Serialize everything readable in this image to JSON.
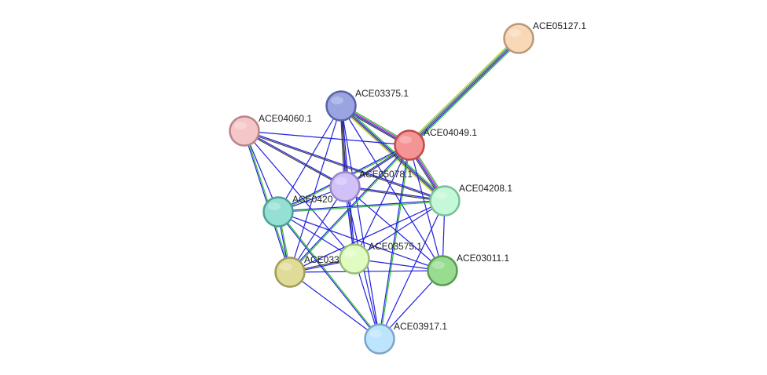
{
  "network": {
    "nodes": [
      {
        "id": "n1",
        "label": "ACE05127.1",
        "fill": "#f9d8b8",
        "stroke": "#b89878"
      },
      {
        "id": "n2",
        "label": "ACE03375.1",
        "fill": "#9aa4e0",
        "stroke": "#5864a8"
      },
      {
        "id": "n3",
        "label": "ACE04060.1",
        "fill": "#f5c6c8",
        "stroke": "#b88488"
      },
      {
        "id": "n4",
        "label": "ACE04049.1",
        "fill": "#f59494",
        "stroke": "#c24848"
      },
      {
        "id": "n5",
        "label": "ACE05078.1",
        "fill": "#d2c0f8",
        "stroke": "#9688c8"
      },
      {
        "id": "n6",
        "label": "ACE04208.1",
        "fill": "#c4f8d8",
        "stroke": "#78c098"
      },
      {
        "id": "n7",
        "label": "ACE0420",
        "fill": "#94e0d4",
        "stroke": "#50a094"
      },
      {
        "id": "n8",
        "label": "ACE03575.1",
        "fill": "#e0fcc0",
        "stroke": "#98c078"
      },
      {
        "id": "n9",
        "label": "ACE033",
        "fill": "#e0dc98",
        "stroke": "#a09c58"
      },
      {
        "id": "n10",
        "label": "ACE03011.1",
        "fill": "#98dc90",
        "stroke": "#589c50"
      },
      {
        "id": "n11",
        "label": "ACE03917.1",
        "fill": "#bce4fc",
        "stroke": "#7ca4c8"
      }
    ],
    "edges": [
      {
        "from": "n1",
        "to": "n4",
        "colors": [
          "#30c030",
          "#2020e0",
          "#404040",
          "#40a0a0",
          "#c0d030"
        ]
      },
      {
        "from": "n2",
        "to": "n4",
        "colors": [
          "#30c030",
          "#c030c0",
          "#2020e0",
          "#404040"
        ]
      },
      {
        "from": "n2",
        "to": "n6",
        "colors": [
          "#30c030",
          "#2020e0",
          "#404040",
          "#c0d030"
        ]
      },
      {
        "from": "n2",
        "to": "n5",
        "colors": [
          "#2020e0",
          "#404040"
        ]
      },
      {
        "from": "n2",
        "to": "n8",
        "colors": [
          "#2020e0",
          "#404040"
        ]
      },
      {
        "from": "n2",
        "to": "n7",
        "colors": [
          "#2020e0"
        ]
      },
      {
        "from": "n2",
        "to": "n9",
        "colors": [
          "#2020e0"
        ]
      },
      {
        "from": "n2",
        "to": "n10",
        "colors": [
          "#2020e0"
        ]
      },
      {
        "from": "n2",
        "to": "n11",
        "colors": [
          "#2020e0"
        ]
      },
      {
        "from": "n4",
        "to": "n6",
        "colors": [
          "#30c030",
          "#c030c0",
          "#2020e0",
          "#404040"
        ]
      },
      {
        "from": "n4",
        "to": "n5",
        "colors": [
          "#2020e0",
          "#404040"
        ]
      },
      {
        "from": "n4",
        "to": "n7",
        "colors": [
          "#30c030",
          "#2020e0"
        ]
      },
      {
        "from": "n4",
        "to": "n8",
        "colors": [
          "#2020e0"
        ]
      },
      {
        "from": "n4",
        "to": "n9",
        "colors": [
          "#30c030",
          "#2020e0"
        ]
      },
      {
        "from": "n4",
        "to": "n10",
        "colors": [
          "#2020e0"
        ]
      },
      {
        "from": "n4",
        "to": "n11",
        "colors": [
          "#30c030",
          "#2020e0"
        ]
      },
      {
        "from": "n3",
        "to": "n4",
        "colors": [
          "#2020e0"
        ]
      },
      {
        "from": "n3",
        "to": "n5",
        "colors": [
          "#2020e0",
          "#404040"
        ]
      },
      {
        "from": "n3",
        "to": "n6",
        "colors": [
          "#2020e0",
          "#404040"
        ]
      },
      {
        "from": "n3",
        "to": "n7",
        "colors": [
          "#2020e0"
        ]
      },
      {
        "from": "n3",
        "to": "n9",
        "colors": [
          "#30c030",
          "#2020e0"
        ]
      },
      {
        "from": "n3",
        "to": "n8",
        "colors": [
          "#2020e0"
        ]
      },
      {
        "from": "n5",
        "to": "n6",
        "colors": [
          "#2020e0",
          "#404040"
        ]
      },
      {
        "from": "n5",
        "to": "n7",
        "colors": [
          "#2020e0"
        ]
      },
      {
        "from": "n5",
        "to": "n8",
        "colors": [
          "#2020e0"
        ]
      },
      {
        "from": "n5",
        "to": "n9",
        "colors": [
          "#2020e0"
        ]
      },
      {
        "from": "n5",
        "to": "n10",
        "colors": [
          "#2020e0"
        ]
      },
      {
        "from": "n5",
        "to": "n11",
        "colors": [
          "#2020e0"
        ]
      },
      {
        "from": "n6",
        "to": "n7",
        "colors": [
          "#30c030",
          "#2020e0"
        ]
      },
      {
        "from": "n6",
        "to": "n8",
        "colors": [
          "#2020e0"
        ]
      },
      {
        "from": "n6",
        "to": "n9",
        "colors": [
          "#2020e0"
        ]
      },
      {
        "from": "n6",
        "to": "n10",
        "colors": [
          "#2020e0"
        ]
      },
      {
        "from": "n6",
        "to": "n11",
        "colors": [
          "#2020e0"
        ]
      },
      {
        "from": "n7",
        "to": "n8",
        "colors": [
          "#2020e0"
        ]
      },
      {
        "from": "n7",
        "to": "n9",
        "colors": [
          "#30c030",
          "#2020e0"
        ]
      },
      {
        "from": "n7",
        "to": "n10",
        "colors": [
          "#2020e0"
        ]
      },
      {
        "from": "n7",
        "to": "n11",
        "colors": [
          "#30c030",
          "#2020e0"
        ]
      },
      {
        "from": "n8",
        "to": "n9",
        "colors": [
          "#2020e0",
          "#404040"
        ]
      },
      {
        "from": "n8",
        "to": "n10",
        "colors": [
          "#2020e0"
        ]
      },
      {
        "from": "n8",
        "to": "n11",
        "colors": [
          "#2020e0"
        ]
      },
      {
        "from": "n9",
        "to": "n10",
        "colors": [
          "#2020e0"
        ]
      },
      {
        "from": "n9",
        "to": "n11",
        "colors": [
          "#2020e0"
        ]
      },
      {
        "from": "n10",
        "to": "n11",
        "colors": [
          "#2020e0"
        ]
      }
    ]
  }
}
